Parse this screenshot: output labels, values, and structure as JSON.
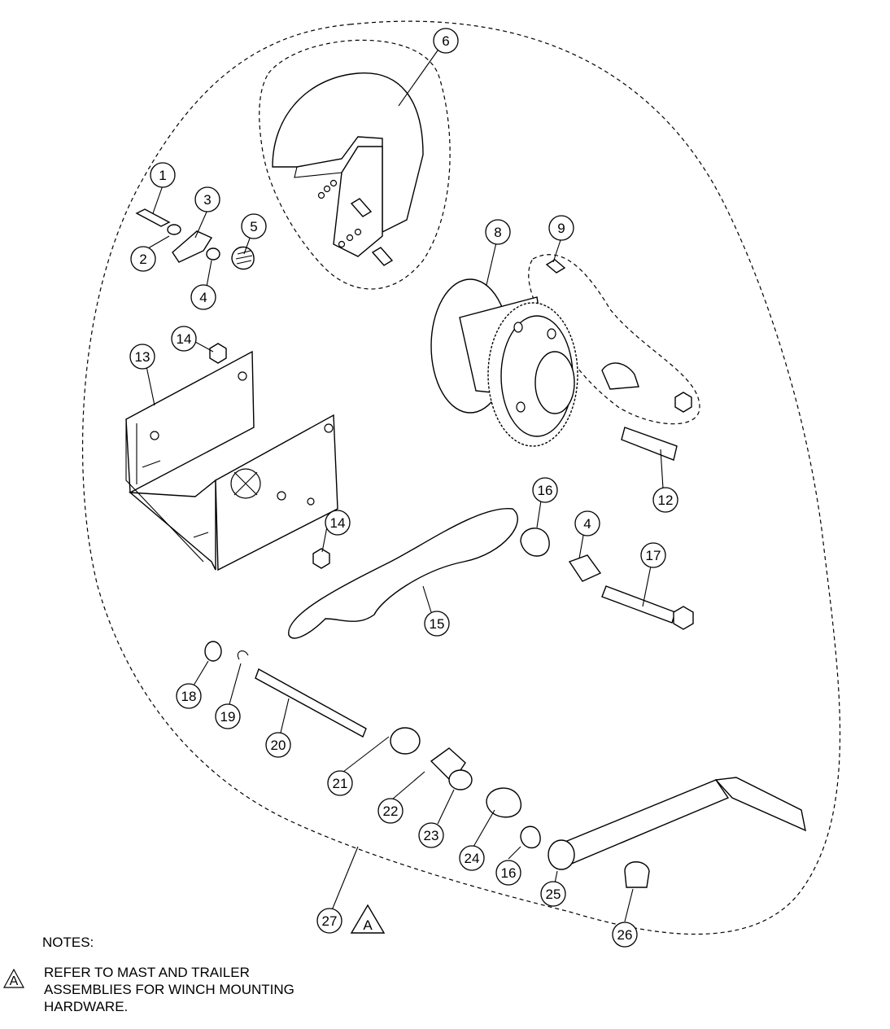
{
  "balloons": [
    {
      "id": "1",
      "label": "1"
    },
    {
      "id": "2",
      "label": "2"
    },
    {
      "id": "3",
      "label": "3"
    },
    {
      "id": "4a",
      "label": "4"
    },
    {
      "id": "5",
      "label": "5"
    },
    {
      "id": "6",
      "label": "6"
    },
    {
      "id": "8",
      "label": "8"
    },
    {
      "id": "9",
      "label": "9"
    },
    {
      "id": "12",
      "label": "12"
    },
    {
      "id": "13",
      "label": "13"
    },
    {
      "id": "14a",
      "label": "14"
    },
    {
      "id": "14b",
      "label": "14"
    },
    {
      "id": "15",
      "label": "15"
    },
    {
      "id": "16a",
      "label": "16"
    },
    {
      "id": "4b",
      "label": "4"
    },
    {
      "id": "17",
      "label": "17"
    },
    {
      "id": "18",
      "label": "18"
    },
    {
      "id": "19",
      "label": "19"
    },
    {
      "id": "20",
      "label": "20"
    },
    {
      "id": "21",
      "label": "21"
    },
    {
      "id": "22",
      "label": "22"
    },
    {
      "id": "23",
      "label": "23"
    },
    {
      "id": "24",
      "label": "24"
    },
    {
      "id": "16b",
      "label": "16"
    },
    {
      "id": "25",
      "label": "25"
    },
    {
      "id": "26",
      "label": "26"
    },
    {
      "id": "27",
      "label": "27"
    }
  ],
  "note_flag": "A",
  "notes": {
    "title": "NOTES:",
    "items": [
      {
        "flag": "A",
        "text": "REFER TO MAST AND TRAILER\nASSEMBLIES FOR WINCH MOUNTING\nHARDWARE."
      }
    ]
  },
  "colors": {
    "ink": "#000000",
    "paper": "#ffffff"
  }
}
